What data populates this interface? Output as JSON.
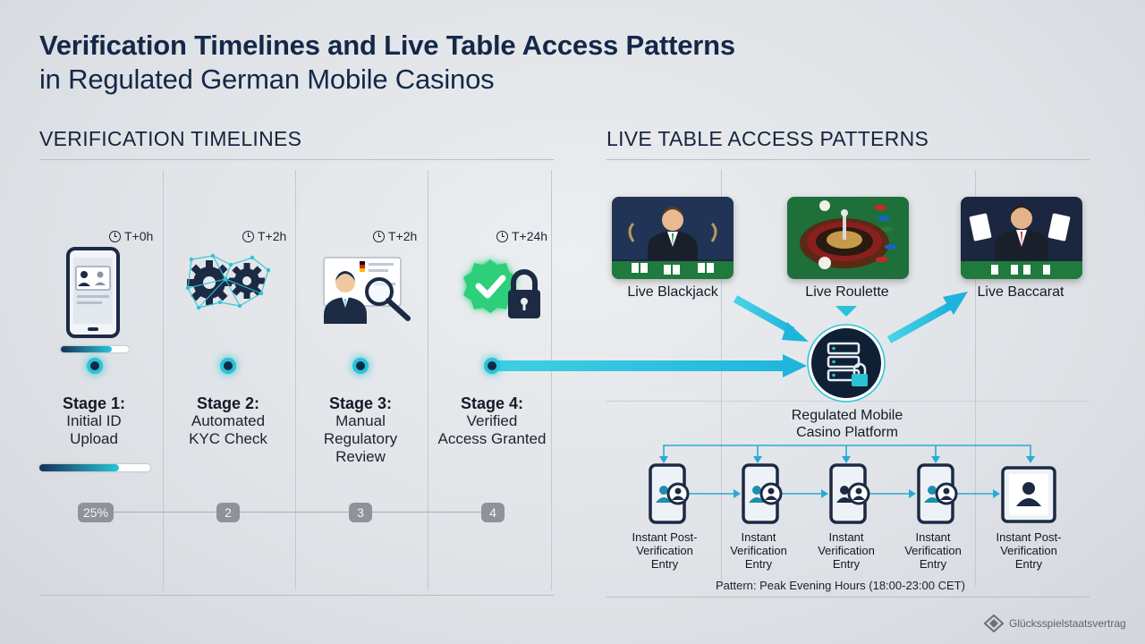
{
  "title": {
    "line1": "Verification Timelines and Live Table Access Patterns",
    "line2": "in Regulated German Mobile Casinos"
  },
  "left_section": {
    "heading": "VERIFICATION TIMELINES",
    "stages": [
      {
        "time": "T+0h",
        "title": "Stage 1:",
        "lines": [
          "Initial ID",
          "Upload"
        ],
        "badge": "25%",
        "icon": "smartphone-id-icon"
      },
      {
        "time": "T+2h",
        "title": "Stage 2:",
        "lines": [
          "Automated",
          "KYC Check"
        ],
        "badge": "2",
        "icon": "gears-network-icon"
      },
      {
        "time": "T+2h",
        "title": "Stage 3:",
        "lines": [
          "Manual",
          "Regulatory",
          "Review"
        ],
        "badge": "3",
        "icon": "reviewer-magnifier-icon"
      },
      {
        "time": "T+24h",
        "title": "Stage 4:",
        "lines": [
          "Verified",
          "Access Granted"
        ],
        "badge": "4",
        "icon": "verified-lock-icon"
      }
    ]
  },
  "right_section": {
    "heading": "LIVE TABLE ACCESS PATTERNS",
    "games": [
      {
        "label": "Live Blackjack",
        "icon": "blackjack-dealer-icon"
      },
      {
        "label": "Live Roulette",
        "icon": "roulette-wheel-icon"
      },
      {
        "label": "Live Baccarat",
        "icon": "baccarat-dealer-icon"
      }
    ],
    "platform": {
      "lines": [
        "Regulated Mobile",
        "Casino Platform"
      ],
      "icon": "server-lock-icon"
    },
    "devices": [
      {
        "lines": [
          "Instant Post-",
          "Verification",
          "Entry"
        ],
        "icon": "phone-user-icon"
      },
      {
        "lines": [
          "Instant",
          "Verification",
          "Entry"
        ],
        "icon": "phone-user-icon"
      },
      {
        "lines": [
          "Instant",
          "Verification",
          "Entry"
        ],
        "icon": "phone-user-icon"
      },
      {
        "lines": [
          "Instant",
          "Verification",
          "Entry"
        ],
        "icon": "phone-user-icon"
      },
      {
        "lines": [
          "Instant Post-",
          "Verification",
          "Entry"
        ],
        "icon": "tablet-user-icon"
      }
    ],
    "pattern_note": "Pattern: Peak Evening Hours (18:00-23:00 CET)"
  },
  "watermark": "Glücksspielstaatsvertrag",
  "colors": {
    "accent": "#29c3d8",
    "dark": "#142848",
    "green": "#2ecf7a"
  }
}
